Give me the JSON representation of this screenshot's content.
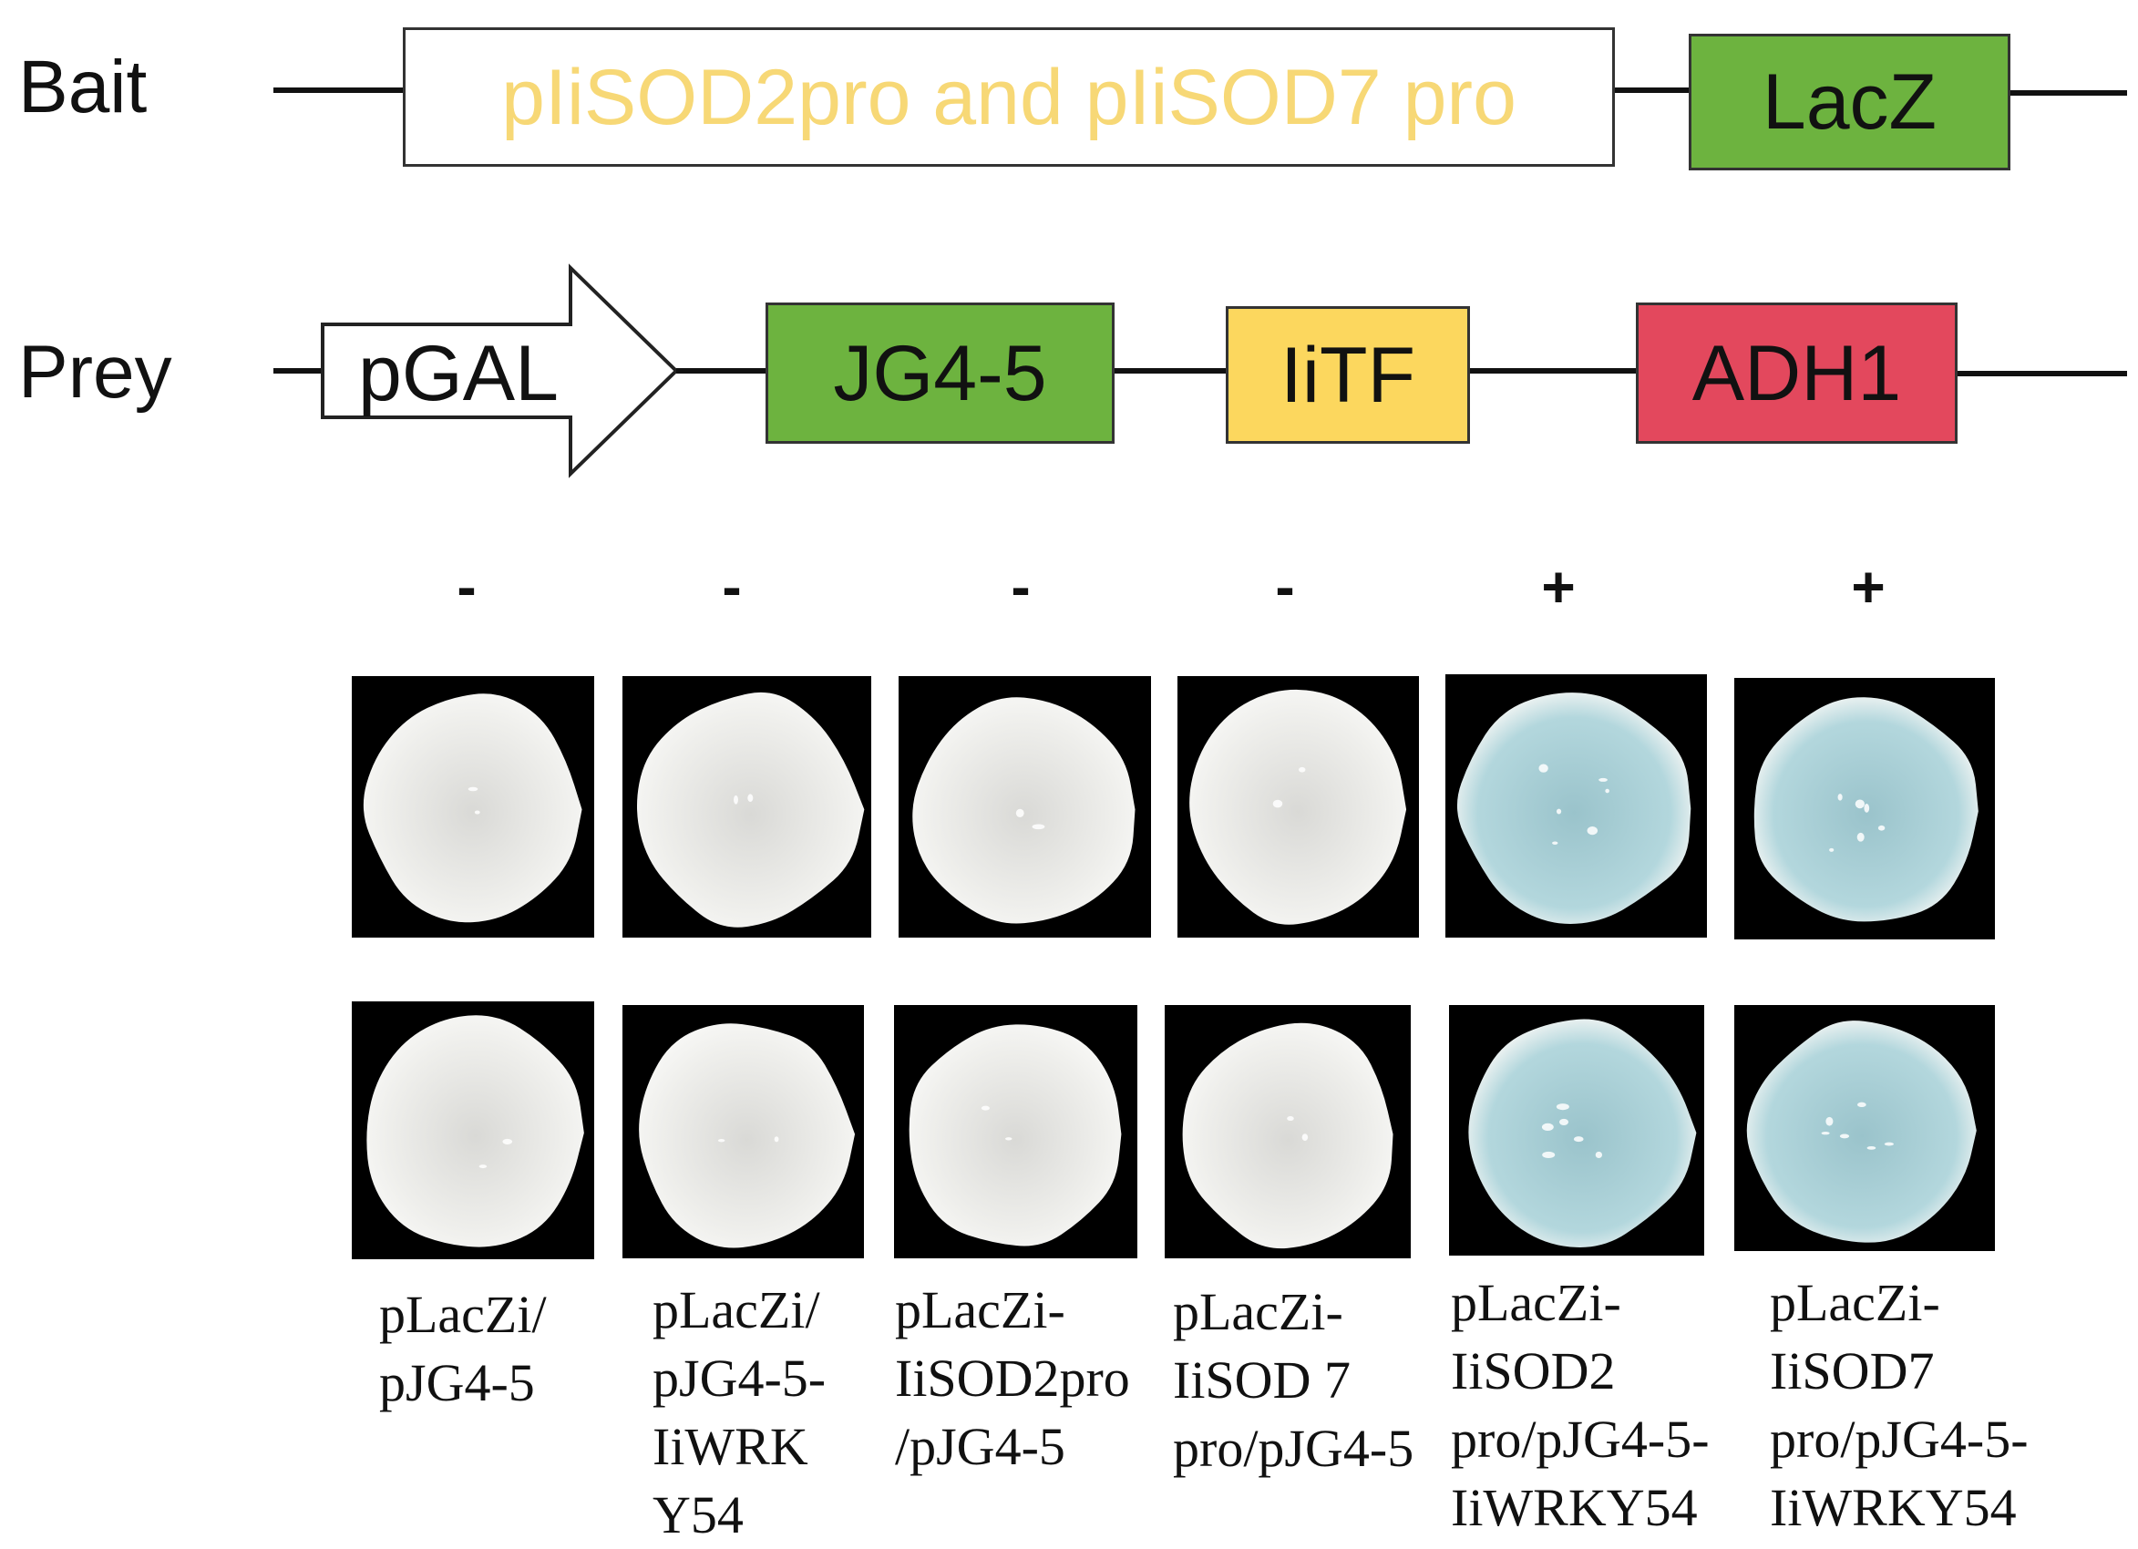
{
  "constructs": {
    "bait": {
      "label": "Bait",
      "promoter": "pIiSOD2pro and pIiSOD7 pro",
      "reporter": "LacZ"
    },
    "prey": {
      "label": "Prey",
      "promoter": "pGAL",
      "vector": "JG4-5",
      "factor": "IiTF",
      "terminator": "ADH1"
    }
  },
  "colors": {
    "green": "#6db33f",
    "yellow": "#fcd75e",
    "red": "#e3485d",
    "promoter_text": "#f7d876",
    "colony_white": "#efefec",
    "colony_blue": "#b3d7dd"
  },
  "results": [
    {
      "sign": "-",
      "color": "white",
      "caption": [
        "pLacZi/",
        "pJG4-5"
      ]
    },
    {
      "sign": "-",
      "color": "white",
      "caption": [
        "pLacZi/",
        "pJG4-5-",
        "IiWRK",
        "Y54"
      ]
    },
    {
      "sign": "-",
      "color": "white",
      "caption": [
        "pLacZi-",
        "IiSOD2pro",
        "/pJG4-5"
      ]
    },
    {
      "sign": "-",
      "color": "white",
      "caption": [
        "pLacZi-",
        "IiSOD 7",
        "pro/pJG4-5"
      ]
    },
    {
      "sign": "+",
      "color": "blue",
      "caption": [
        "pLacZi-",
        "IiSOD2",
        "pro/pJG4-5-",
        "IiWRKY54"
      ]
    },
    {
      "sign": "+",
      "color": "blue",
      "caption": [
        "pLacZi-",
        "IiSOD7",
        "pro/pJG4-5-",
        "IiWRKY54"
      ]
    }
  ]
}
